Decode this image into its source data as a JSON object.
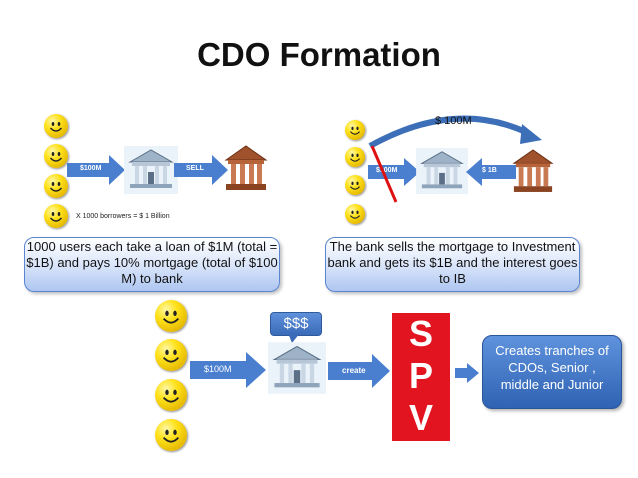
{
  "title": "CDO Formation",
  "panel_left": {
    "arrow1_label": "$100M",
    "arrow2_label": "SELL",
    "borrowers_note": "X 1000 borrowers = $ 1 Billion",
    "callout": "1000 users each take a loan of $1M (total = $1B) and pays 10% mortgage (total of $100 M) to bank"
  },
  "panel_right": {
    "curved_arrow_label": "$ 100M",
    "crossed_arrow_label": "$100M",
    "back_arrow_label": "$ 1B",
    "callout": "The bank sells the mortgage to Investment bank and gets its $1B and the interest goes to IB"
  },
  "panel_bottom": {
    "dollar_box": "$$$",
    "arrow1_label": "$100M",
    "arrow2_label": "create",
    "spv_letters": [
      "S",
      "P",
      "V"
    ],
    "tranche_box": "Creates tranches of CDOs, Senior , middle and Junior"
  },
  "colors": {
    "arrow_blue": "#4a7fd0",
    "spv_red": "#e1141f",
    "callout_border": "#5a86cf"
  }
}
